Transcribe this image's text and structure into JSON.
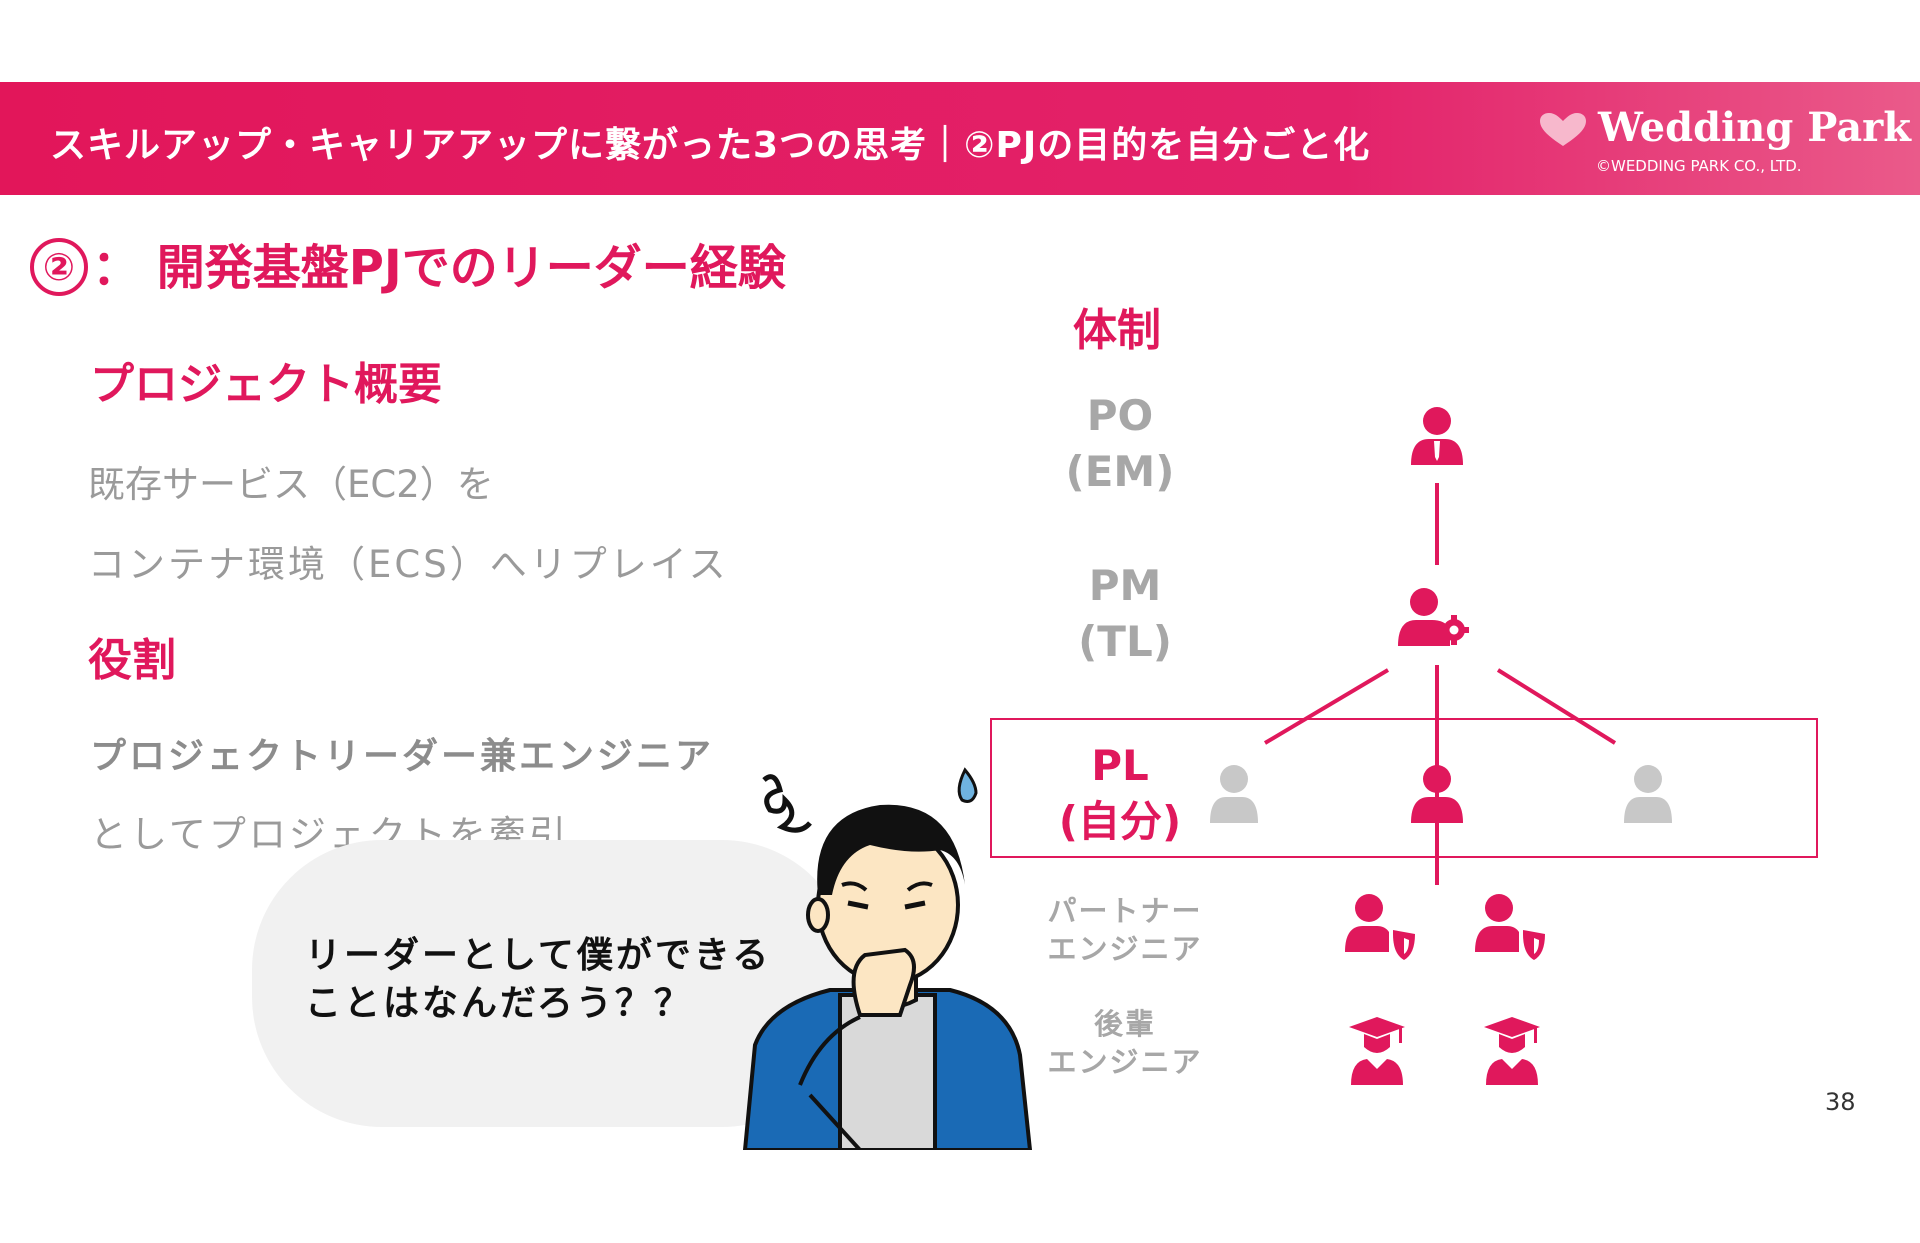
{
  "header": {
    "title": "スキルアップ・キャリアアップに繋がった3つの思考｜②PJの目的を自分ごと化",
    "brand_name": "Wedding Park",
    "brand_copyright": "©WEDDING PARK CO., LTD."
  },
  "section": {
    "number": "②",
    "title": "：  開発基盤PJでのリーダー経験"
  },
  "overview": {
    "heading": "プロジェクト概要",
    "lines": [
      "既存サービス（EC2）を",
      "コンテナ環境（ECS）へリプレイス"
    ]
  },
  "role": {
    "heading": "役割",
    "lines": [
      "プロジェクトリーダー兼エンジニア",
      "としてプロジェクトを牽引"
    ]
  },
  "bubble": {
    "lines": [
      "リーダーとして僕ができる",
      "ことはなんだろう？？"
    ]
  },
  "org": {
    "heading": "体制",
    "po": [
      "PO",
      "(EM)"
    ],
    "pm": [
      "PM",
      "(TL)"
    ],
    "pl": [
      "PL",
      "(自分)"
    ],
    "partner": [
      "パートナー",
      "エンジニア"
    ],
    "junior": [
      "後輩",
      "エンジニア"
    ]
  },
  "colors": {
    "accent": "#e0185c",
    "inactive": "#c8c8c8"
  },
  "page_number": "38"
}
